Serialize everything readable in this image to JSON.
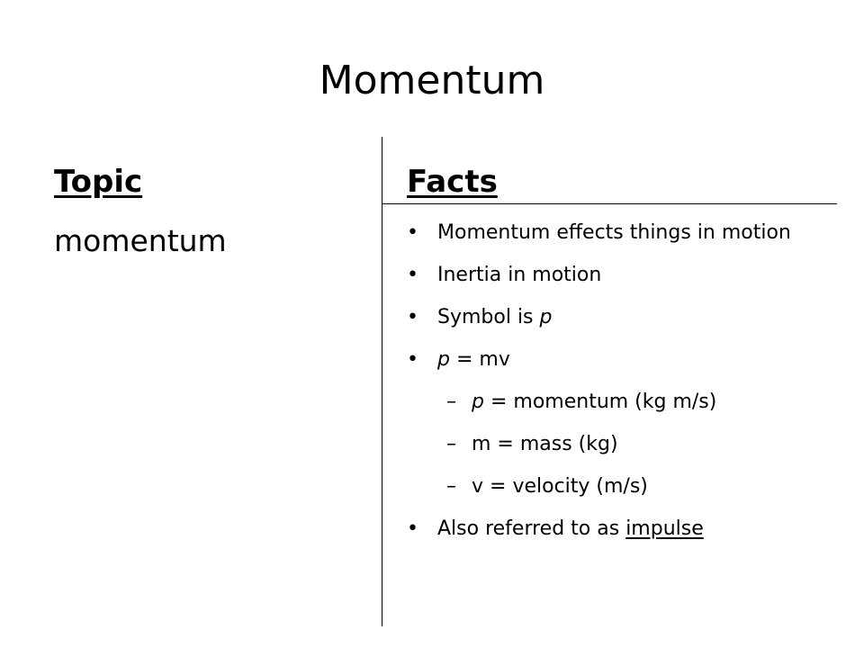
{
  "slide": {
    "title": "Momentum"
  },
  "columns": {
    "topic_heading": "Topic",
    "facts_heading": "Facts"
  },
  "topic": {
    "name": "momentum"
  },
  "facts": {
    "bullet": "•",
    "dash": "–",
    "items": [
      {
        "text": "Momentum effects things in motion"
      },
      {
        "text": "Inertia in motion"
      },
      {
        "prefix": "Symbol is ",
        "italic": "p"
      },
      {
        "italic": "p",
        "suffix": " = mv",
        "sub": [
          {
            "italic": "p",
            "suffix": " = momentum (kg m/s)"
          },
          {
            "text": "m = mass (kg)"
          },
          {
            "text": "v = velocity (m/s)"
          }
        ]
      },
      {
        "prefix": "Also referred to as ",
        "underlined": "impulse"
      }
    ]
  }
}
